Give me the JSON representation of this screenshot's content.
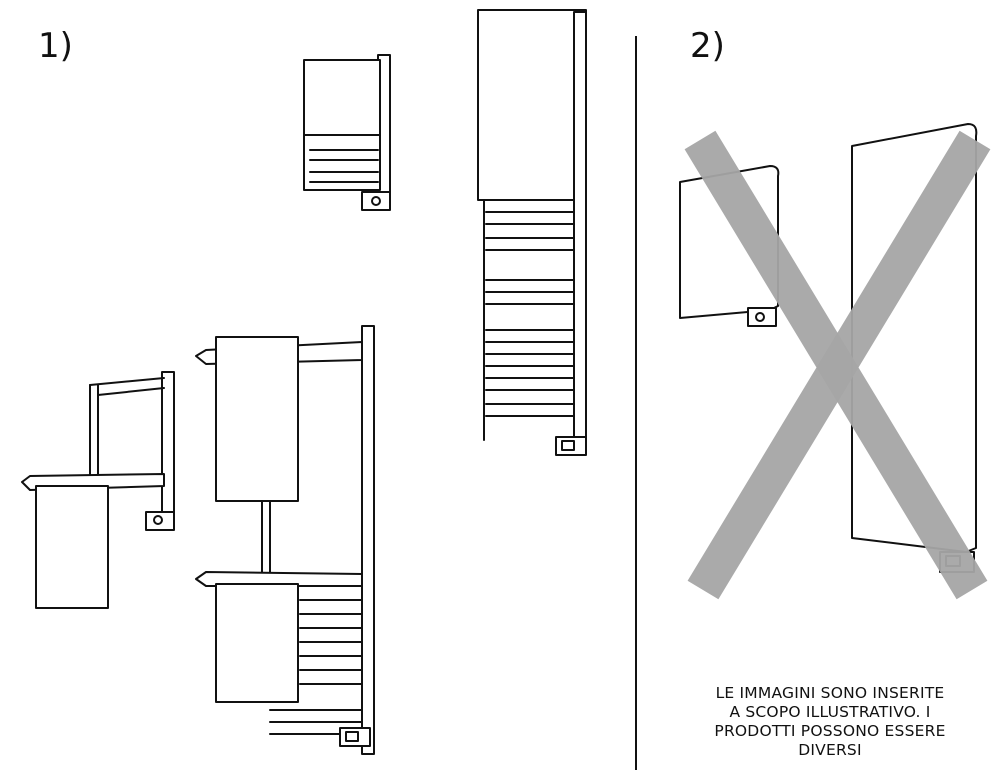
{
  "labels": {
    "panel_1": "1)",
    "panel_2": "2)"
  },
  "note": {
    "line1": "LE IMMAGINI SONO INSERITE",
    "line2": "A SCOPO ILLUSTRATIVO. I",
    "line3": "PRODOTTI POSSONO ESSERE",
    "line4": "DIVERSI"
  },
  "colors": {
    "ink": "#111111",
    "cross": "#a6a6a6"
  }
}
